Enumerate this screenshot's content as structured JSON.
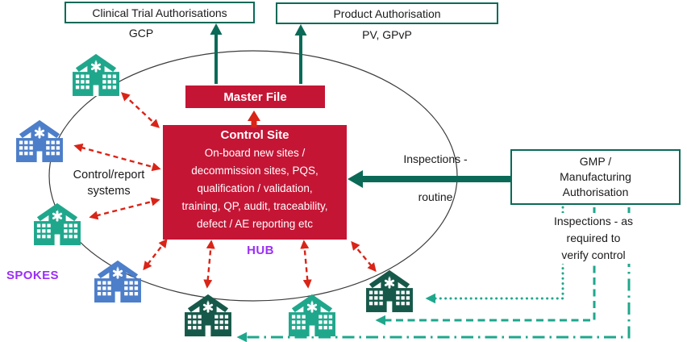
{
  "colors": {
    "teal_dark": "#0a6a57",
    "teal": "#1fa78c",
    "blue": "#4c7ec9",
    "green_dark": "#16594a",
    "box_red": "#c51535",
    "arrow_red": "#d92417",
    "purple": "#9b2ff5",
    "outline": "#3c3c3c",
    "text": "#1a1a1a"
  },
  "boxes": {
    "clinical": {
      "label": "Clinical Trial Authorisations",
      "sublabel": "GCP"
    },
    "product": {
      "label": "Product Authorisation",
      "sublabel": "PV, GPvP"
    },
    "master_file": {
      "label": "Master File"
    },
    "control_site": {
      "title": "Control Site",
      "body_lines": [
        "On-board new sites /",
        "decommission sites, PQS,",
        "qualification / validation,",
        "training, QP, audit, traceability,",
        "defect / AE reporting etc"
      ]
    },
    "gmp": {
      "lines": [
        "GMP /",
        "Manufacturing",
        "Authorisation"
      ]
    }
  },
  "labels": {
    "inspections_routine_top": "Inspections -",
    "inspections_routine_bottom": "routine",
    "inspections_required_lines": [
      "Inspections - as",
      "required to",
      "verify control"
    ],
    "control_report_lines": [
      "Control/report",
      "systems"
    ],
    "spokes": "SPOKES",
    "hub": "HUB"
  },
  "hospitals": [
    {
      "id": "site-top-left",
      "color": "#1fa78c"
    },
    {
      "id": "site-left",
      "color": "#4c7ec9"
    },
    {
      "id": "site-lower-left",
      "color": "#1fa78c"
    },
    {
      "id": "site-bottom-left",
      "color": "#4c7ec9"
    },
    {
      "id": "site-bottom-center",
      "color": "#16594a"
    },
    {
      "id": "site-bottom-right",
      "color": "#1fa78c"
    },
    {
      "id": "site-right",
      "color": "#16594a"
    }
  ]
}
